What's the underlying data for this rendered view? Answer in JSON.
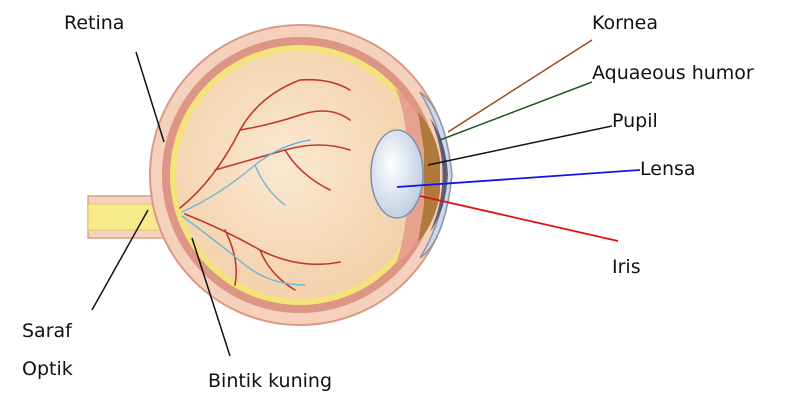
{
  "labels": {
    "retina": "Retina",
    "kornea": "Kornea",
    "aqueous": "Aquaeous humor",
    "pupil": "Pupil",
    "lensa": "Lensa",
    "iris": "Iris",
    "saraf_line1": "Saraf",
    "saraf_line2": "Optik",
    "bintik": "Bintik kuning"
  },
  "colors": {
    "kornea_line": "#9a4a1a",
    "aqueous_line": "#1e5a22",
    "pupil_line": "#111111",
    "lensa_line": "#1414e6",
    "iris_line": "#e01010",
    "default_line": "#111111",
    "sclera": "#f2c9b4",
    "choroid": "#d98c7d",
    "retina_layer": "#f4e27a",
    "vitreous": "#f7ddc0",
    "vessel_red": "#c0392b",
    "vessel_blue": "#6fb6d9",
    "lens": "#dde6f2",
    "nerve": "#f6ea8c"
  }
}
